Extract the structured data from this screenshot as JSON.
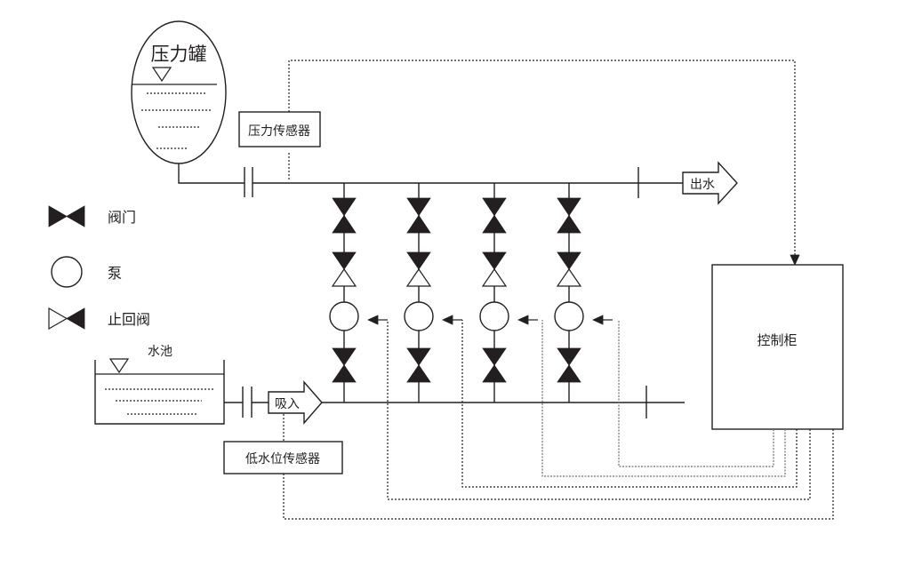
{
  "diagram": {
    "pressure_tank": {
      "label": "压力罐"
    },
    "pressure_sensor": {
      "label": "压力传感器"
    },
    "outlet": {
      "label": "出水"
    },
    "inlet": {
      "label": "吸入"
    },
    "water_pool": {
      "label": "水池"
    },
    "low_level_sensor": {
      "label": "低水位传感器"
    },
    "control_cabinet": {
      "label": "控制柜"
    },
    "legend": [
      {
        "symbol": "valve-icon",
        "label": "阀门"
      },
      {
        "symbol": "pump-icon",
        "label": "泵"
      },
      {
        "symbol": "check-valve-icon",
        "label": "止回阀"
      }
    ],
    "pump_branches": [
      {
        "name": "pump-branch-1"
      },
      {
        "name": "pump-branch-2"
      },
      {
        "name": "pump-branch-3"
      },
      {
        "name": "pump-branch-4"
      }
    ],
    "colors": {
      "line": "#231f20",
      "signal_gray": "#6d6e71",
      "background": "#ffffff"
    }
  }
}
